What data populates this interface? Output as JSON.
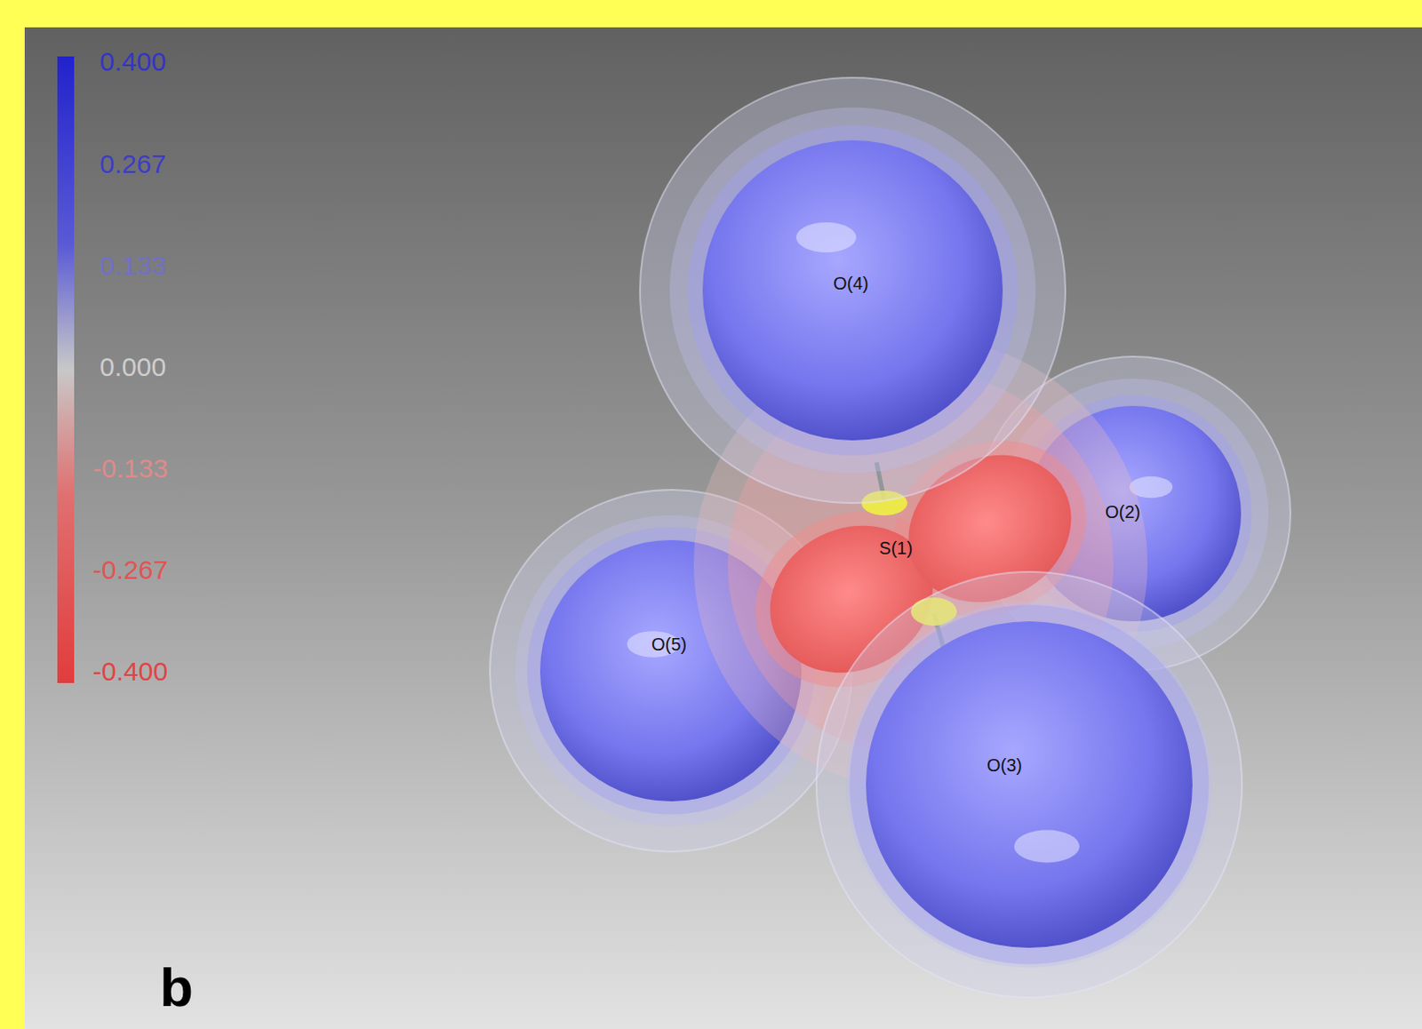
{
  "diagram": {
    "nodes": [
      {
        "text": [
          "O(4)"
        ]
      },
      {
        "text": [
          "O(2)"
        ]
      },
      {
        "text": [
          "S(1)"
        ]
      },
      {
        "text": [
          "O(5)"
        ]
      },
      {
        "text": [
          "O(3)"
        ]
      }
    ],
    "labels": [
      "0.400",
      "0.267",
      "0.133",
      "0.000",
      "-0.133",
      "-0.267",
      "-0.400",
      "b"
    ]
  }
}
